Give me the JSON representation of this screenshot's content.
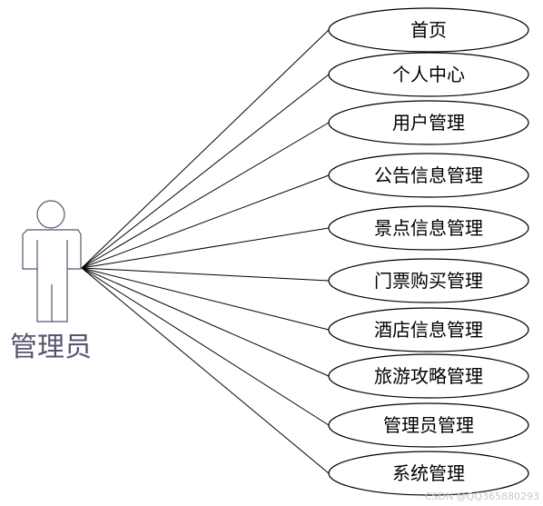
{
  "actor": {
    "label": "管理员"
  },
  "use_cases": [
    {
      "label": "首页"
    },
    {
      "label": "个人中心"
    },
    {
      "label": "用户管理"
    },
    {
      "label": "公告信息管理"
    },
    {
      "label": "景点信息管理"
    },
    {
      "label": "门票购买管理"
    },
    {
      "label": "酒店信息管理"
    },
    {
      "label": "旅游攻略管理"
    },
    {
      "label": "管理员管理"
    },
    {
      "label": "系统管理"
    }
  ],
  "watermark": "CSDN @QQ365880293",
  "colors": {
    "actor_stroke": "#5a5470",
    "actor_text": "#5a5470",
    "line": "#000000",
    "ellipse_stroke": "#000000",
    "watermark": "#c8c8c8"
  }
}
